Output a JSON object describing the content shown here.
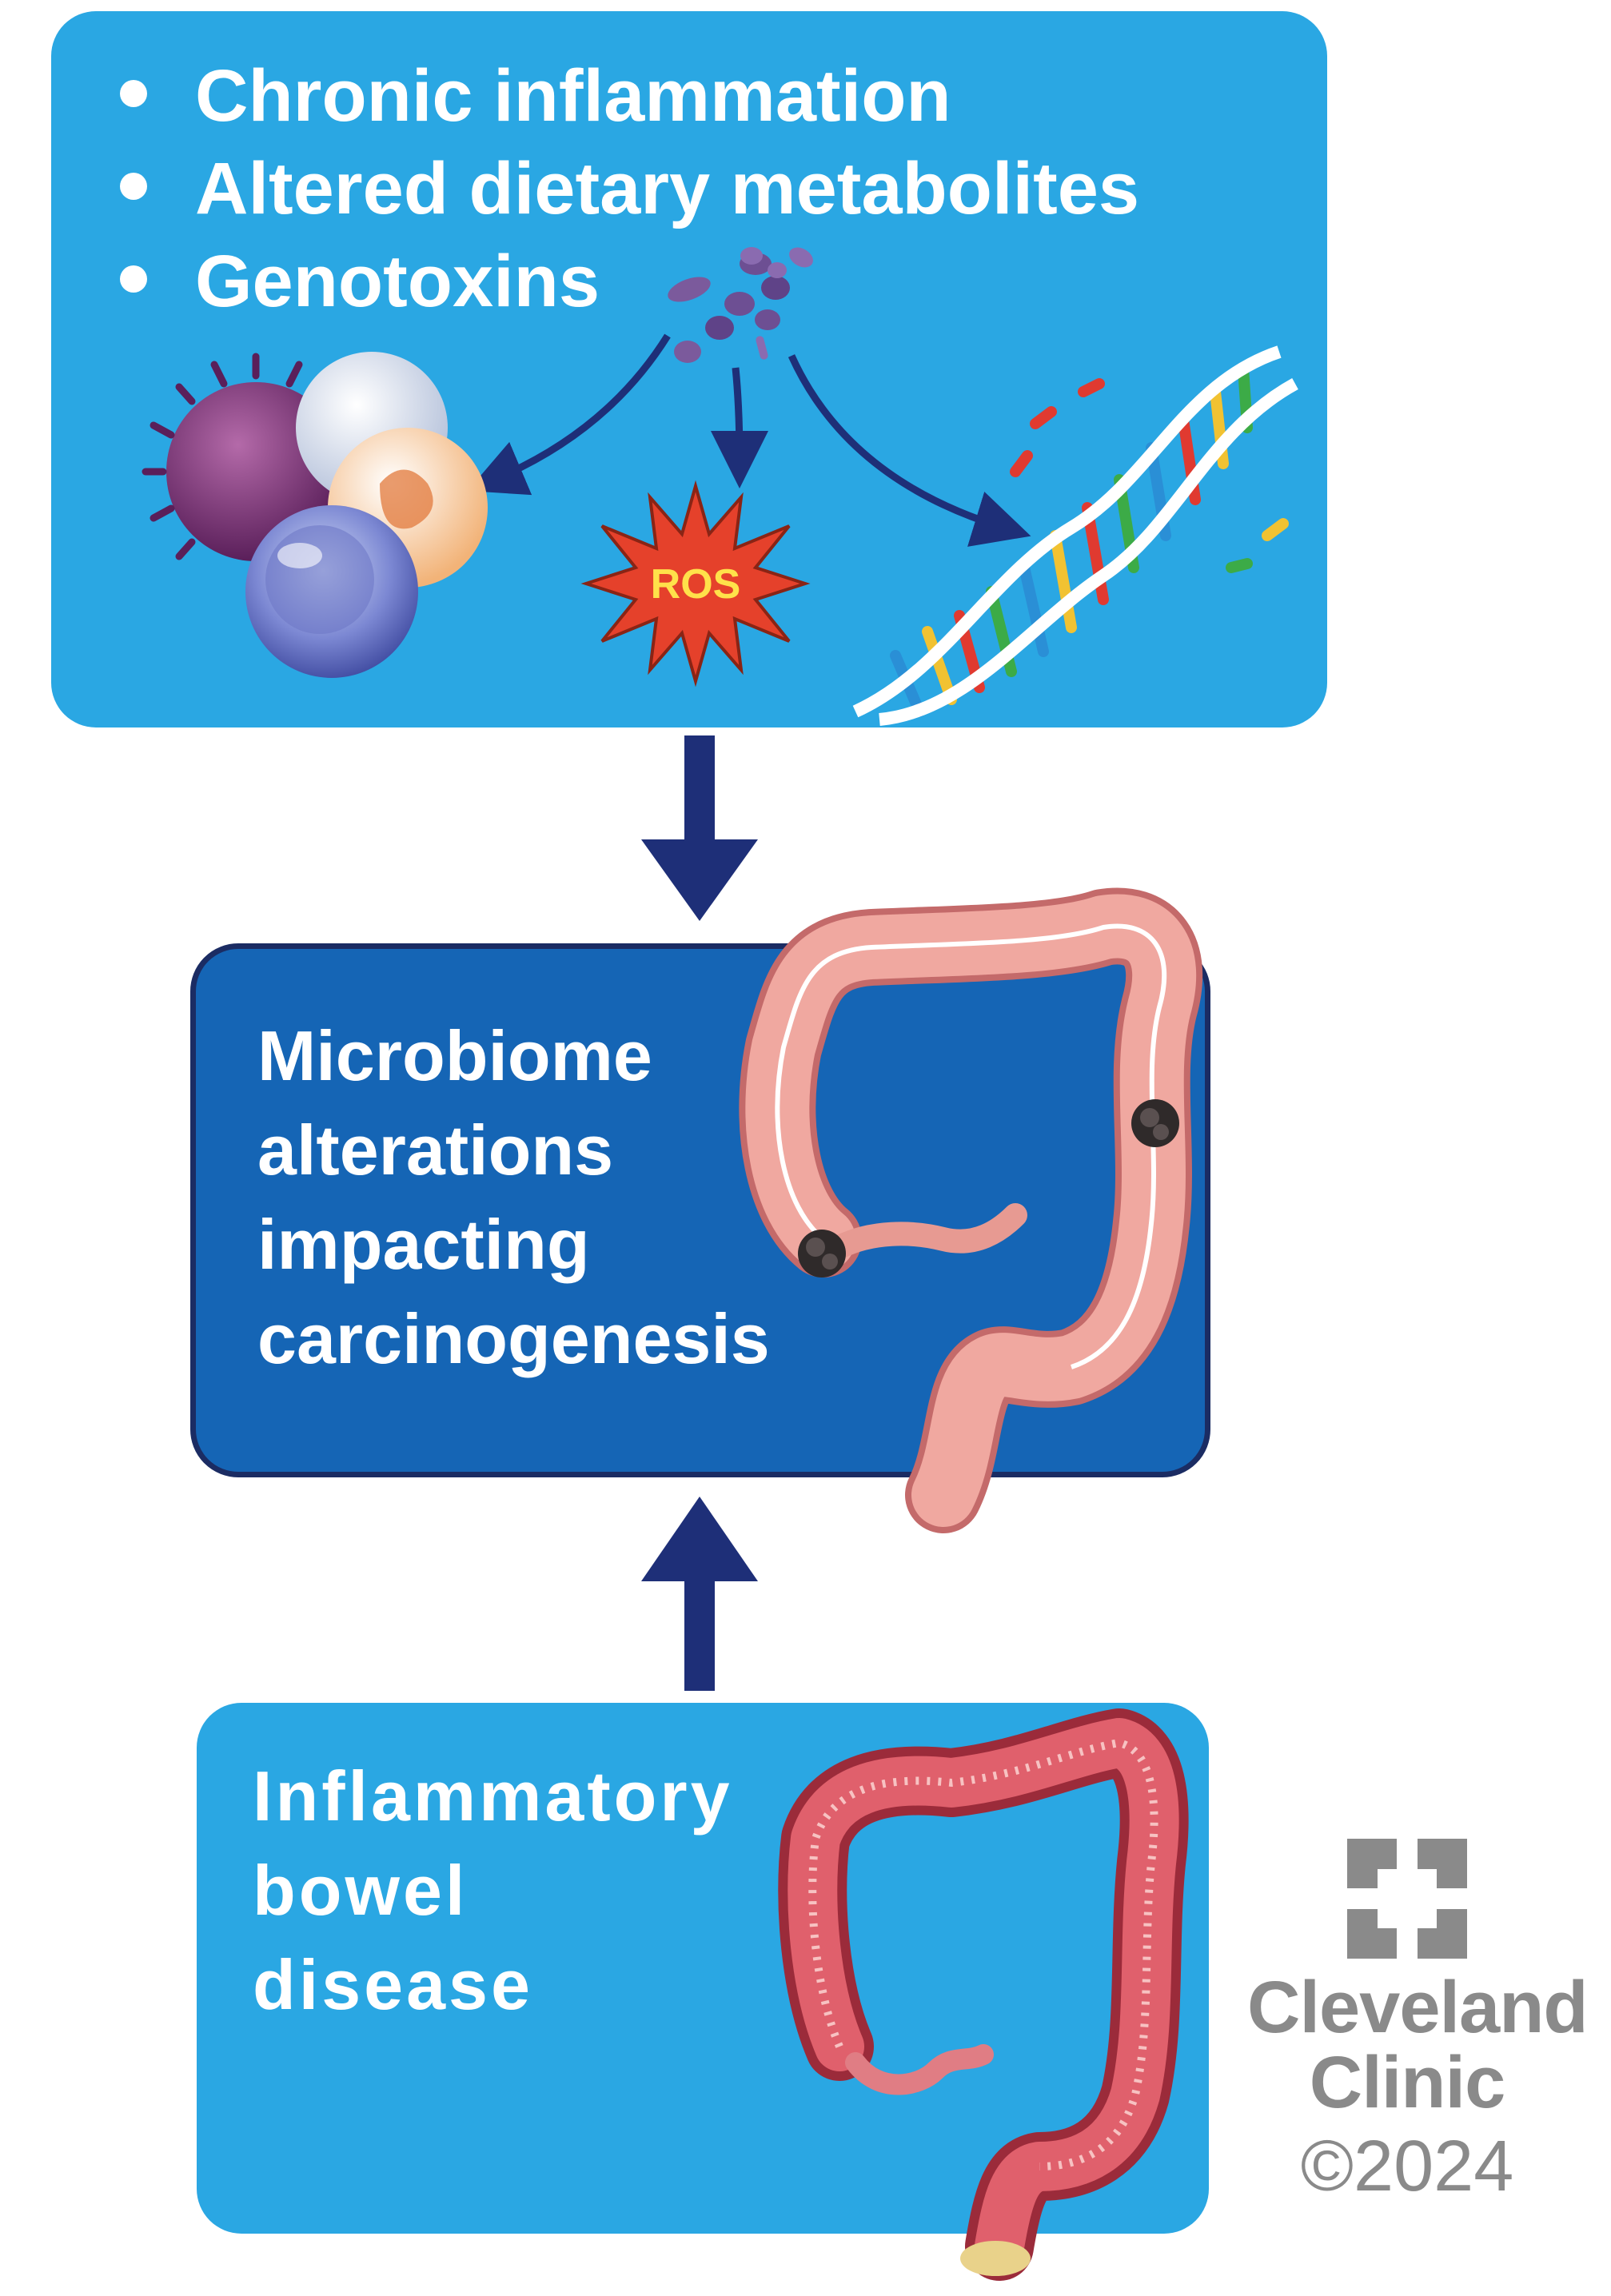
{
  "top_box": {
    "bullets": [
      "Chronic inflammation",
      "Altered dietary metabolites",
      "Genotoxins"
    ],
    "ros_label": "ROS"
  },
  "middle_box": {
    "lines": [
      "Microbiome",
      "alterations",
      "impacting",
      "carcinogenesis"
    ]
  },
  "bottom_box": {
    "lines": [
      "Inflammatory",
      "bowel",
      "disease"
    ]
  },
  "logo": {
    "brand_line1": "Cleveland",
    "brand_line2": "Clinic",
    "copyright": "©2024"
  },
  "colors": {
    "light_box": "#2aa7e3",
    "dark_box": "#1565b5",
    "arrow": "#1e2f78",
    "ros_star": "#e5412b",
    "logo_gray": "#8a8a8a"
  }
}
